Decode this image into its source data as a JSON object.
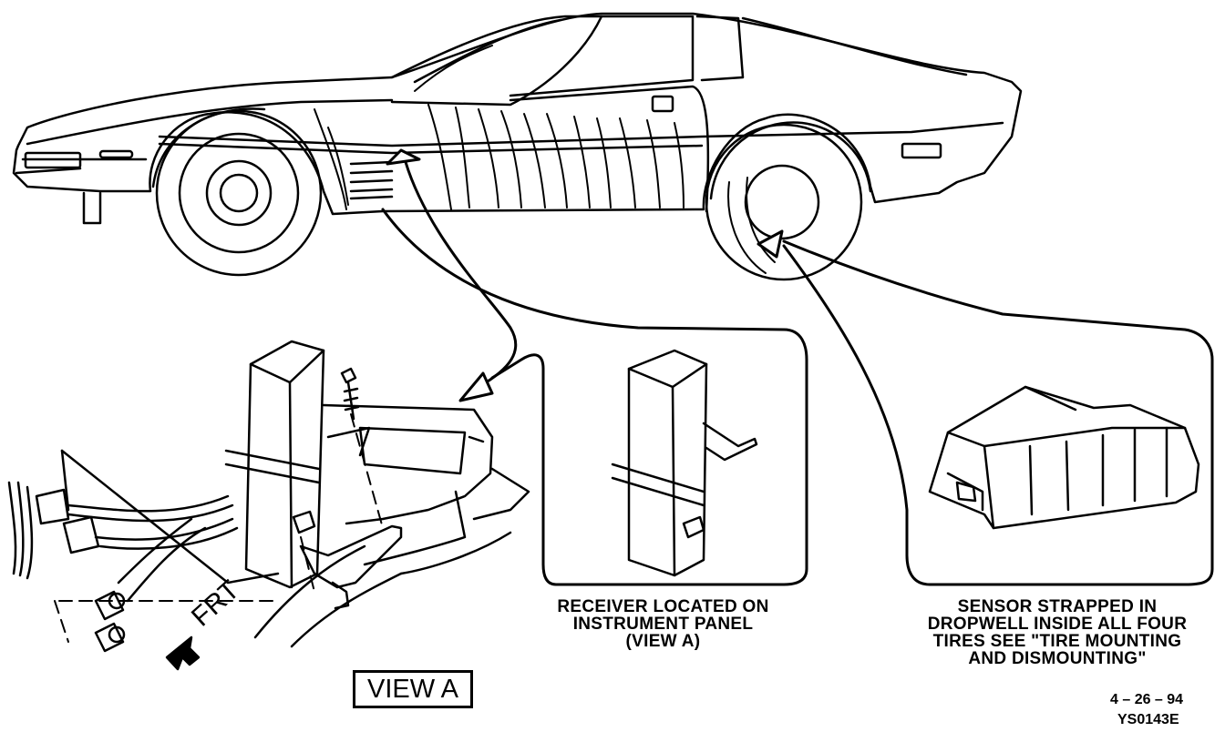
{
  "receiver_caption": [
    "RECEIVER LOCATED ON",
    "INSTRUMENT PANEL",
    "(VIEW A)"
  ],
  "sensor_caption": [
    "SENSOR STRAPPED IN",
    "DROPWELL INSIDE ALL FOUR",
    "TIRES SEE \"TIRE MOUNTING",
    "AND DISMOUNTING\""
  ],
  "view_label": "VIEW A",
  "front_label": "FRT",
  "date_stamp": "4 – 26 – 94",
  "figure_code": "YS0143E"
}
